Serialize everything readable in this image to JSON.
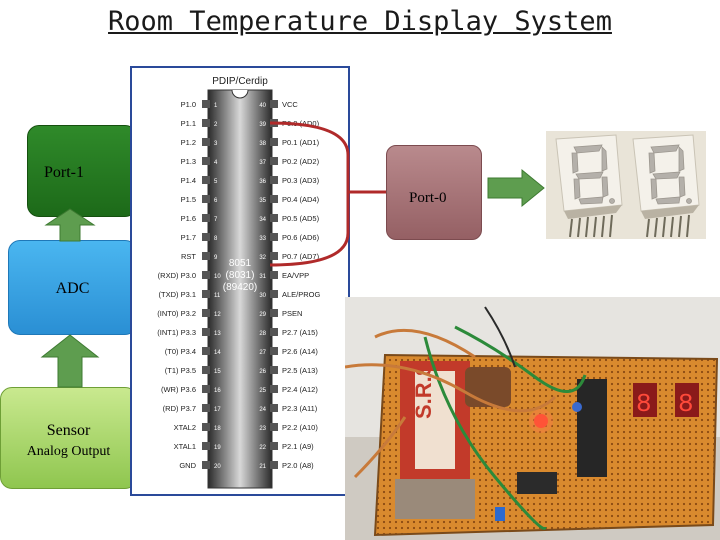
{
  "title": "Room Temperature Display System",
  "blocks": {
    "port1": "Port-1",
    "adc": "ADC",
    "sensor_line1": "Sensor",
    "sensor_line2": "Analog Output",
    "port0": "Port-0"
  },
  "chip": {
    "package_label": "PDIP/Cerdip",
    "center_labels": [
      "8051",
      "(8031)",
      "(89420)"
    ],
    "left_pins": [
      {
        "num": "1",
        "name": "P1.0"
      },
      {
        "num": "2",
        "name": "P1.1"
      },
      {
        "num": "3",
        "name": "P1.2"
      },
      {
        "num": "4",
        "name": "P1.3"
      },
      {
        "num": "5",
        "name": "P1.4"
      },
      {
        "num": "6",
        "name": "P1.5"
      },
      {
        "num": "7",
        "name": "P1.6"
      },
      {
        "num": "8",
        "name": "P1.7"
      },
      {
        "num": "9",
        "name": "RST"
      },
      {
        "num": "10",
        "name": "(RXD) P3.0"
      },
      {
        "num": "11",
        "name": "(TXD) P3.1"
      },
      {
        "num": "12",
        "name": "(INT0) P3.2"
      },
      {
        "num": "13",
        "name": "(INT1) P3.3"
      },
      {
        "num": "14",
        "name": "(T0) P3.4"
      },
      {
        "num": "15",
        "name": "(T1) P3.5"
      },
      {
        "num": "16",
        "name": "(WR) P3.6"
      },
      {
        "num": "17",
        "name": "(RD) P3.7"
      },
      {
        "num": "18",
        "name": "XTAL2"
      },
      {
        "num": "19",
        "name": "XTAL1"
      },
      {
        "num": "20",
        "name": "GND"
      }
    ],
    "right_pins": [
      {
        "num": "40",
        "name": "VCC"
      },
      {
        "num": "39",
        "name": "P0.0 (AD0)"
      },
      {
        "num": "38",
        "name": "P0.1 (AD1)"
      },
      {
        "num": "37",
        "name": "P0.2 (AD2)"
      },
      {
        "num": "36",
        "name": "P0.3 (AD3)"
      },
      {
        "num": "35",
        "name": "P0.4 (AD4)"
      },
      {
        "num": "34",
        "name": "P0.5 (AD5)"
      },
      {
        "num": "33",
        "name": "P0.6 (AD6)"
      },
      {
        "num": "32",
        "name": "P0.7 (AD7)"
      },
      {
        "num": "31",
        "name": "EA/VPP"
      },
      {
        "num": "30",
        "name": "ALE/PROG"
      },
      {
        "num": "29",
        "name": "PSEN"
      },
      {
        "num": "28",
        "name": "P2.7 (A15)"
      },
      {
        "num": "27",
        "name": "P2.6 (A14)"
      },
      {
        "num": "26",
        "name": "P2.5 (A13)"
      },
      {
        "num": "25",
        "name": "P2.4 (A12)"
      },
      {
        "num": "24",
        "name": "P2.3 (A11)"
      },
      {
        "num": "23",
        "name": "P2.2 (A10)"
      },
      {
        "num": "22",
        "name": "P2.1 (A9)"
      },
      {
        "num": "21",
        "name": "P2.0 (A8)"
      }
    ]
  },
  "photo_board_label": "S.R.S.",
  "colors": {
    "port1": "#1f6e1b",
    "adc": "#3aa7e6",
    "sensor": "#a9d86e",
    "port0": "#a6777a",
    "arrow": "#5e9d4f",
    "chip_border": "#2a4a9a",
    "bracket_green": "#2f7d2a",
    "bracket_red": "#b02a2a"
  }
}
